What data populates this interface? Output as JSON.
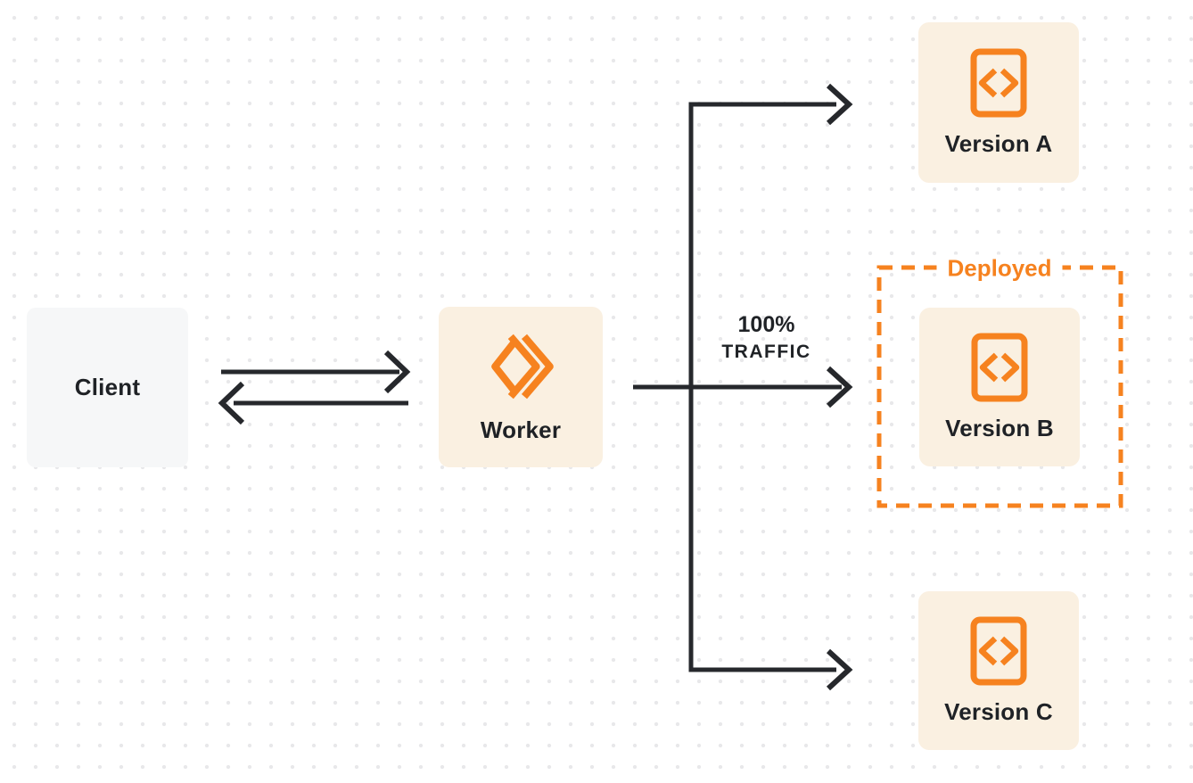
{
  "nodes": {
    "client": {
      "label": "Client"
    },
    "worker": {
      "label": "Worker",
      "icon": "workers-logo-icon"
    },
    "versions": [
      {
        "label": "Version A",
        "icon": "code-file-icon"
      },
      {
        "label": "Version B",
        "icon": "code-file-icon"
      },
      {
        "label": "Version C",
        "icon": "code-file-icon"
      }
    ]
  },
  "annotations": {
    "deployed_box_label": "Deployed",
    "traffic_line1": "100%",
    "traffic_line2": "TRAFFIC"
  },
  "edges": [
    {
      "from": "client",
      "to": "worker",
      "style": "bidirectional-arrows"
    },
    {
      "from": "worker",
      "to": "version-a",
      "style": "arrow"
    },
    {
      "from": "worker",
      "to": "version-b",
      "style": "arrow",
      "label": "100% TRAFFIC"
    },
    {
      "from": "worker",
      "to": "version-c",
      "style": "arrow"
    }
  ],
  "colors": {
    "accent_orange": "#f6821f",
    "node_cream_bg": "#faf0e1",
    "client_gray_bg": "#f6f7f8",
    "arrow_dark": "#26282c",
    "label_text": "#1f2226",
    "dot_grid": "#e8e8ea",
    "background": "#ffffff"
  }
}
